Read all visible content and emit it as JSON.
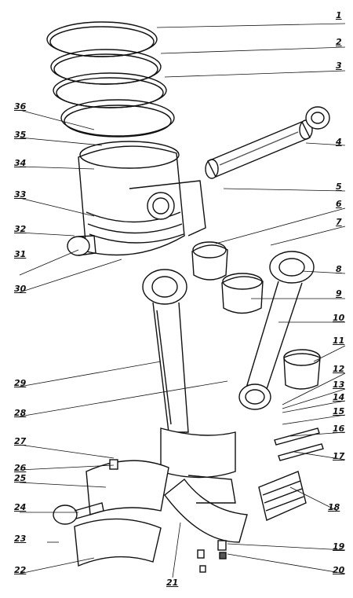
{
  "diagram": {
    "callouts": [
      {
        "id": "1",
        "label": "1"
      },
      {
        "id": "2",
        "label": "2"
      },
      {
        "id": "3",
        "label": "3"
      },
      {
        "id": "4",
        "label": "4"
      },
      {
        "id": "5",
        "label": "5"
      },
      {
        "id": "6",
        "label": "6"
      },
      {
        "id": "7",
        "label": "7"
      },
      {
        "id": "8",
        "label": "8"
      },
      {
        "id": "9",
        "label": "9"
      },
      {
        "id": "10",
        "label": "10"
      },
      {
        "id": "11",
        "label": "11"
      },
      {
        "id": "12",
        "label": "12"
      },
      {
        "id": "13",
        "label": "13"
      },
      {
        "id": "14",
        "label": "14"
      },
      {
        "id": "15",
        "label": "15"
      },
      {
        "id": "16",
        "label": "16"
      },
      {
        "id": "17",
        "label": "17"
      },
      {
        "id": "18",
        "label": "18"
      },
      {
        "id": "19",
        "label": "19"
      },
      {
        "id": "20",
        "label": "20"
      },
      {
        "id": "21",
        "label": "21"
      },
      {
        "id": "22",
        "label": "22"
      },
      {
        "id": "23",
        "label": "23"
      },
      {
        "id": "24",
        "label": "24"
      },
      {
        "id": "25",
        "label": "25"
      },
      {
        "id": "26",
        "label": "26"
      },
      {
        "id": "27",
        "label": "27"
      },
      {
        "id": "28",
        "label": "28"
      },
      {
        "id": "29",
        "label": "29"
      },
      {
        "id": "30",
        "label": "30"
      },
      {
        "id": "31",
        "label": "31"
      },
      {
        "id": "32",
        "label": "32"
      },
      {
        "id": "33",
        "label": "33"
      },
      {
        "id": "34",
        "label": "34"
      },
      {
        "id": "35",
        "label": "35"
      },
      {
        "id": "36",
        "label": "36"
      }
    ]
  },
  "colors": {
    "ink": "#111111",
    "paper": "#ffffff",
    "shade": "#555555"
  }
}
